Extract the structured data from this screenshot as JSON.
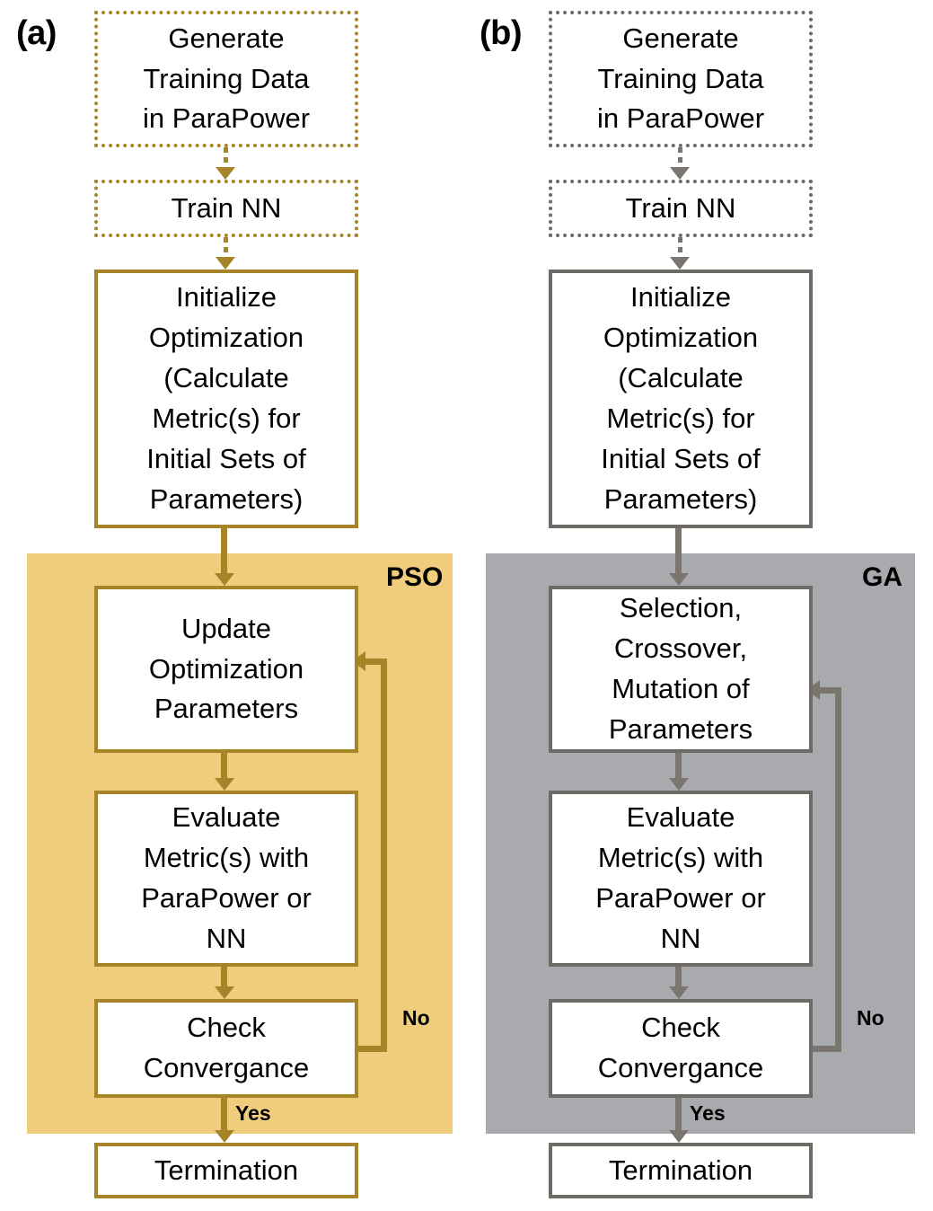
{
  "figure": {
    "type": "flowchart",
    "description": "Two side-by-side optimization workflow flowcharts comparing PSO and GA",
    "panels": [
      {
        "letter": "(a)",
        "algorithm_label": "PSO",
        "accent_color": "#A58528",
        "band_color": "#EFCD7C",
        "nodes": [
          {
            "id": "generate",
            "label": "Generate\nTraining Data\nin ParaPower",
            "style": "dotted"
          },
          {
            "id": "train",
            "label": "Train NN",
            "style": "dotted"
          },
          {
            "id": "initialize",
            "label": "Initialize\nOptimization\n(Calculate\nMetric(s) for\nInitial Sets of\nParameters)",
            "style": "solid"
          },
          {
            "id": "update",
            "label": "Update\nOptimization\nParameters",
            "style": "solid"
          },
          {
            "id": "evaluate",
            "label": "Evaluate\nMetric(s) with\nParaPower or\nNN",
            "style": "solid"
          },
          {
            "id": "check",
            "label": "Check\nConvergance",
            "style": "solid"
          },
          {
            "id": "terminate",
            "label": "Termination",
            "style": "solid"
          }
        ],
        "edges": [
          {
            "from": "generate",
            "to": "train",
            "label": "",
            "style": "dotted"
          },
          {
            "from": "train",
            "to": "initialize",
            "label": "",
            "style": "dotted"
          },
          {
            "from": "initialize",
            "to": "update",
            "label": "",
            "style": "solid"
          },
          {
            "from": "update",
            "to": "evaluate",
            "label": "",
            "style": "solid"
          },
          {
            "from": "evaluate",
            "to": "check",
            "label": "",
            "style": "solid"
          },
          {
            "from": "check",
            "to": "update",
            "label": "No",
            "style": "solid"
          },
          {
            "from": "check",
            "to": "terminate",
            "label": "Yes",
            "style": "solid"
          }
        ]
      },
      {
        "letter": "(b)",
        "algorithm_label": "GA",
        "accent_color": "#6E6A65",
        "band_color": "#A9AAAE",
        "nodes": [
          {
            "id": "generate",
            "label": "Generate\nTraining Data\nin ParaPower",
            "style": "dotted"
          },
          {
            "id": "train",
            "label": "Train NN",
            "style": "dotted"
          },
          {
            "id": "initialize",
            "label": "Initialize\nOptimization\n(Calculate\nMetric(s) for\nInitial Sets of\nParameters)",
            "style": "solid"
          },
          {
            "id": "update",
            "label": "Selection,\nCrossover,\nMutation of\nParameters",
            "style": "solid"
          },
          {
            "id": "evaluate",
            "label": "Evaluate\nMetric(s) with\nParaPower or\nNN",
            "style": "solid"
          },
          {
            "id": "check",
            "label": "Check\nConvergance",
            "style": "solid"
          },
          {
            "id": "terminate",
            "label": "Termination",
            "style": "solid"
          }
        ],
        "edges": [
          {
            "from": "generate",
            "to": "train",
            "label": "",
            "style": "dotted"
          },
          {
            "from": "train",
            "to": "initialize",
            "label": "",
            "style": "dotted"
          },
          {
            "from": "initialize",
            "to": "update",
            "label": "",
            "style": "solid"
          },
          {
            "from": "update",
            "to": "evaluate",
            "label": "",
            "style": "solid"
          },
          {
            "from": "evaluate",
            "to": "check",
            "label": "",
            "style": "solid"
          },
          {
            "from": "check",
            "to": "update",
            "label": "No",
            "style": "solid"
          },
          {
            "from": "check",
            "to": "terminate",
            "label": "Yes",
            "style": "solid"
          }
        ]
      }
    ]
  },
  "panel_a": {
    "letter": "(a)",
    "band_label": "PSO",
    "generate_l1": "Generate",
    "generate_l2": "Training Data",
    "generate_l3": "in ParaPower",
    "train": "Train NN",
    "init_l1": "Initialize",
    "init_l2": "Optimization",
    "init_l3": "(Calculate",
    "init_l4": "Metric(s) for",
    "init_l5": "Initial Sets of",
    "init_l6": "Parameters)",
    "update_l1": "Update",
    "update_l2": "Optimization",
    "update_l3": "Parameters",
    "eval_l1": "Evaluate",
    "eval_l2": "Metric(s) with",
    "eval_l3": "ParaPower or",
    "eval_l4": "NN",
    "check_l1": "Check",
    "check_l2": "Convergance",
    "terminate": "Termination",
    "label_no": "No",
    "label_yes": "Yes"
  },
  "panel_b": {
    "letter": "(b)",
    "band_label": "GA",
    "generate_l1": "Generate",
    "generate_l2": "Training Data",
    "generate_l3": "in ParaPower",
    "train": "Train NN",
    "init_l1": "Initialize",
    "init_l2": "Optimization",
    "init_l3": "(Calculate",
    "init_l4": "Metric(s) for",
    "init_l5": "Initial Sets of",
    "init_l6": "Parameters)",
    "update_l1": "Selection,",
    "update_l2": "Crossover,",
    "update_l3": "Mutation of",
    "update_l4": "Parameters",
    "eval_l1": "Evaluate",
    "eval_l2": "Metric(s) with",
    "eval_l3": "ParaPower or",
    "eval_l4": "NN",
    "check_l1": "Check",
    "check_l2": "Convergance",
    "terminate": "Termination",
    "label_no": "No",
    "label_yes": "Yes"
  },
  "colors": {
    "pso_band": "#EFCD7C",
    "pso_accent": "#A58528",
    "ga_band": "#A9AAAE",
    "ga_accent": "#6E6A65",
    "box_fill": "#FFFFFF",
    "text": "#000000"
  }
}
